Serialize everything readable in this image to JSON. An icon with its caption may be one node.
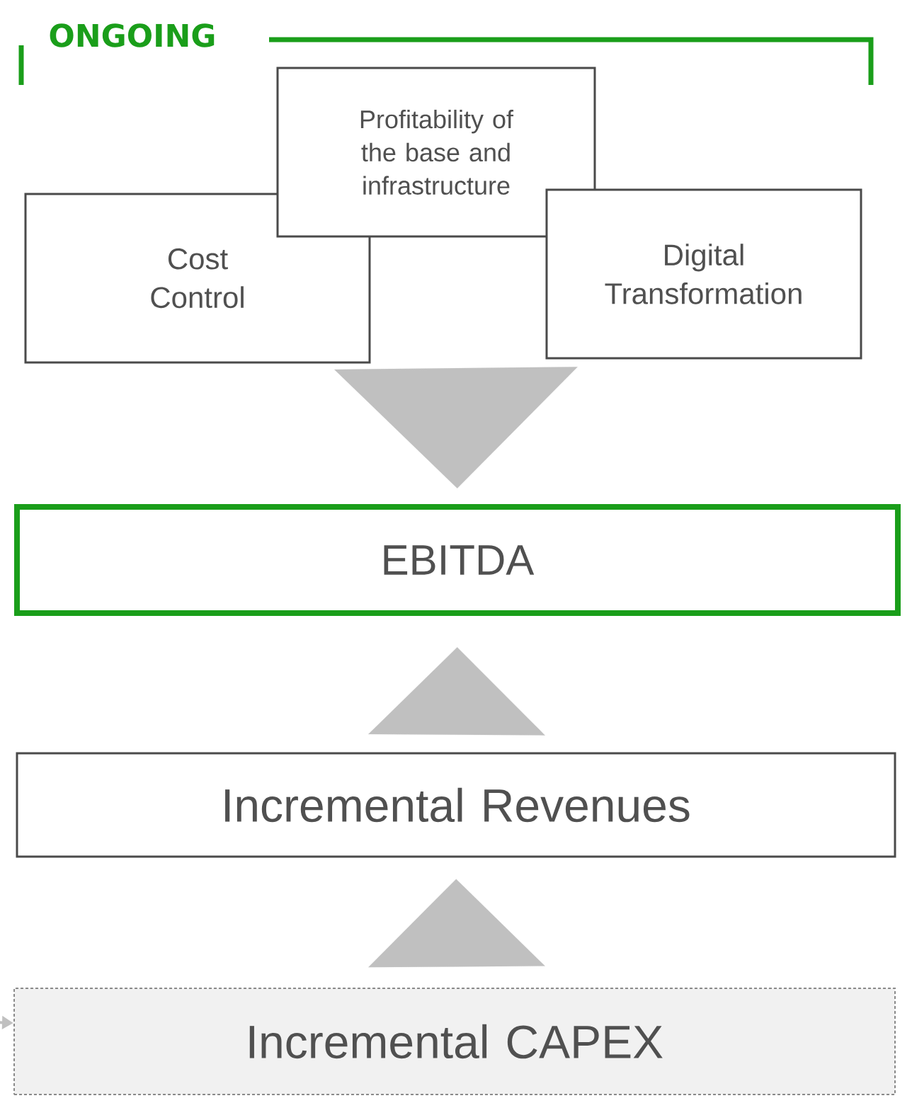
{
  "diagram": {
    "nodes": [
      {
        "text": [
          "Cost Control"
        ]
      },
      {
        "text": [
          "Profitability of the base and infrastructure"
        ]
      },
      {
        "text": [
          "Digital Transformation"
        ]
      },
      {
        "text": [
          "EBITDA"
        ]
      },
      {
        "text": [
          "Incremental Revenues"
        ]
      },
      {
        "text": [
          "Incremental CAPEX"
        ]
      }
    ],
    "edges": [
      {
        "from": 1,
        "to": 3,
        "arrow": "to"
      },
      {
        "from": 4,
        "to": 3,
        "arrow": "to"
      },
      {
        "from": 5,
        "to": 4,
        "arrow": "to"
      },
      {
        "from": null,
        "to": 5,
        "arrow": "to"
      }
    ],
    "labels": [
      "ONGOING"
    ]
  }
}
